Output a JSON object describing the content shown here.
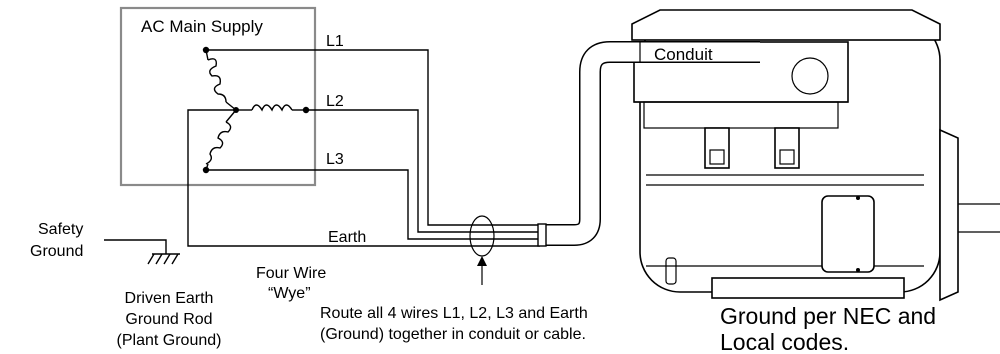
{
  "supply": {
    "title": "AC Main  Supply",
    "lines": {
      "l1": "L1",
      "l2": "L2",
      "l3": "L3",
      "earth": "Earth"
    }
  },
  "safety_ground": {
    "line1": "Safety",
    "line2": "Ground"
  },
  "wye_label": {
    "line1": "Four Wire",
    "line2": "“Wye”"
  },
  "ground_rod": {
    "line1": "Driven Earth",
    "line2": "Ground Rod",
    "line3": "(Plant Ground)"
  },
  "route_note": {
    "line1": "Route all 4 wires L1, L2, L3 and Earth",
    "line2": "(Ground) together in conduit or cable."
  },
  "conduit_label": "Conduit",
  "nec_note": {
    "line1": "Ground per NEC and",
    "line2": "Local codes."
  }
}
